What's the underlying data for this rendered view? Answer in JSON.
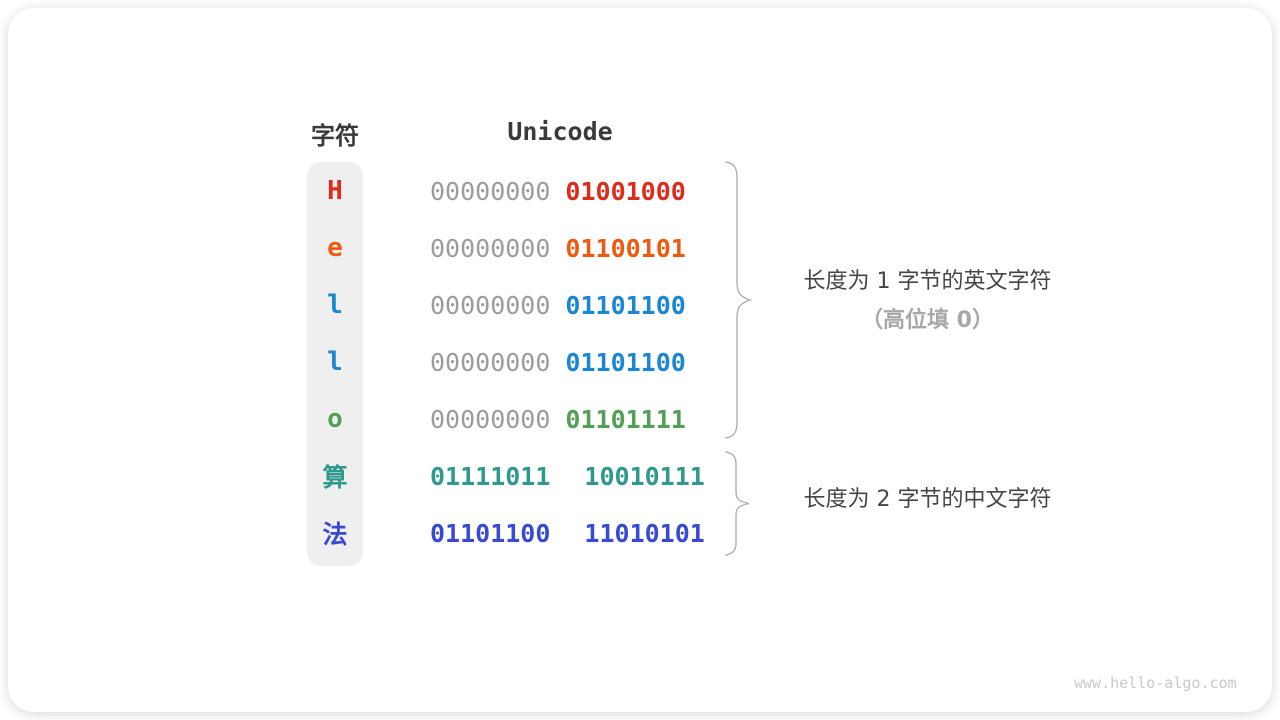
{
  "table": {
    "headers": {
      "char": "字符",
      "unicode": "Unicode"
    },
    "gray_color": "#9c9c9c",
    "rows": [
      {
        "char": "H",
        "color": "#dd2b1c",
        "byte1": "00000000",
        "byte2": "01001000"
      },
      {
        "char": "e",
        "color": "#ee5a10",
        "byte1": "00000000",
        "byte2": "01100101"
      },
      {
        "char": "l",
        "color": "#1b87d4",
        "byte1": "00000000",
        "byte2": "01101100"
      },
      {
        "char": "l",
        "color": "#1b87d4",
        "byte1": "00000000",
        "byte2": "01101100"
      },
      {
        "char": "o",
        "color": "#53a054",
        "byte1": "00000000",
        "byte2": "01101111"
      },
      {
        "char": "算",
        "color": "#2f998b",
        "byte1": "01111011",
        "byte2": "10010111"
      },
      {
        "char": "法",
        "color": "#3849d4",
        "byte1": "01101100",
        "byte2": "11010101"
      }
    ]
  },
  "annotations": {
    "group1_line1": "长度为 1 字节的英文字符",
    "group1_line2": "（高位填 0）",
    "group2_line1": "长度为 2 字节的中文字符"
  },
  "palette": {
    "card_background": "#ffffff",
    "char_column_background": "#efeff0",
    "header_text": "#3a3a3a",
    "annotation_text": "#464646",
    "annotation_sub_text": "#a8a8a8",
    "brace_stroke": "#b0b0b0",
    "watermark_text": "#c9c9c9"
  },
  "footer": {
    "watermark": "www.hello-algo.com"
  }
}
